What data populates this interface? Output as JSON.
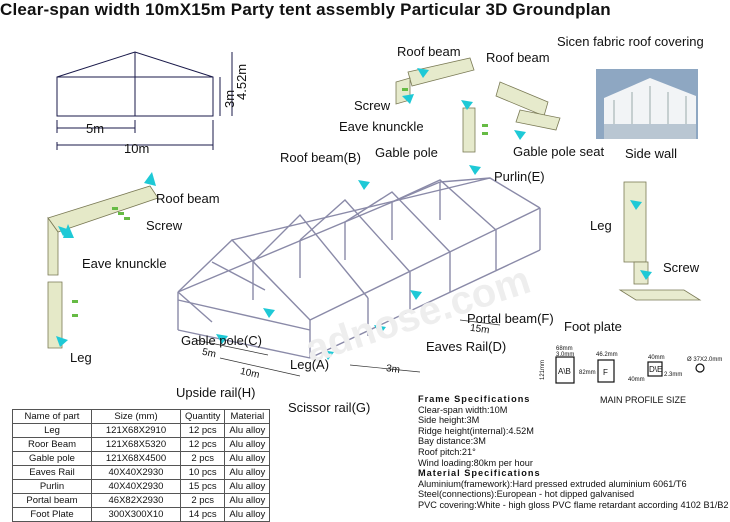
{
  "title": "Clear-span width 10mX15m  Party tent assembly Particular 3D Groundplan",
  "elevation": {
    "height_side": "3m",
    "height_ridge": "4.52m",
    "half_width": "5m",
    "width": "10m"
  },
  "labels": {
    "roof_beam_top1": "Roof beam",
    "roof_beam_top2": "Roof beam",
    "sicen_fabric": "Sicen fabric roof covering",
    "screw_top": "Screw",
    "eave_knunckle_top": "Eave knunckle",
    "gable_pole_top": "Gable pole",
    "gable_pole_seat": "Gable pole seat",
    "side_wall": "Side wall",
    "roof_beam_b": "Roof beam(B)",
    "purlin_e": "Purlin(E)",
    "roof_beam_left": "Roof beam",
    "screw_left": "Screw",
    "eave_knunckle_left": "Eave knunckle",
    "leg_left": "Leg",
    "leg_right": "Leg",
    "screw_right": "Screw",
    "foot_plate": "Foot plate",
    "portal_beam_f": "Portal beam(F)",
    "gable_pole_c": "Gable pole(C)",
    "eaves_rail_d": "Eaves Rail(D)",
    "leg_a": "Leg(A)",
    "upside_rail_h": "Upside rail(H)",
    "scissor_rail_g": "Scissor rail(G)",
    "dim_5m": "5m",
    "dim_10m": "10m",
    "dim_3m": "3m",
    "dim_15m": "15m"
  },
  "watermark": "adnose.com",
  "profiles": {
    "caption": "MAIN PROFILE SIZE",
    "p1_letter": "A\\B",
    "p1_w": "68mm",
    "p1_w_inner": "3.0mm",
    "p1_h": "121mm",
    "p2_letter": "F",
    "p2_w": "46.2mm",
    "p2_h": "82mm",
    "p3_letter": "D\\E",
    "p3_w": "40mm",
    "p3_h": "40mm",
    "p3_t": "2.3mm",
    "p4_label": "Ø 37X2.0mm"
  },
  "parts_table": {
    "headers": [
      "Name of part",
      "Size (mm)",
      "Quantity",
      "Material"
    ],
    "rows": [
      [
        "Leg",
        "121X68X2910",
        "12 pcs",
        "Alu alloy"
      ],
      [
        "Roor Beam",
        "121X68X5320",
        "12 pcs",
        "Alu alloy"
      ],
      [
        "Gable pole",
        "121X68X4500",
        "2  pcs",
        "Alu alloy"
      ],
      [
        "Eaves Rail",
        "40X40X2930",
        "10 pcs",
        "Alu alloy"
      ],
      [
        "Purlin",
        "40X40X2930",
        "15 pcs",
        "Alu alloy"
      ],
      [
        "Portal beam",
        "46X82X2930",
        "2 pcs",
        "Alu alloy"
      ],
      [
        "Foot  Plate",
        "300X300X10",
        "14 pcs",
        "Alu alloy"
      ]
    ]
  },
  "frame_specs": {
    "heading": "Frame Specifications",
    "lines": [
      "Clear-span width:10M",
      "Side height:3M",
      "Ridge height(internal):4.52M",
      "Bay distance:3M",
      "Roof pitch:21°",
      "Wind loading:80km  per hour"
    ]
  },
  "material_specs": {
    "heading": "Material Specifications",
    "lines": [
      "Aluminium(framework):Hard pressed extruded aluminium 6061/T6",
      "Steel(connections):European - hot dipped galvanised",
      "PVC covering:White - high gloss PVC flame retardant according 4102 B1/B2"
    ]
  },
  "colors": {
    "frame": "#7f7f98",
    "arrow": "#1ec9d6",
    "accent_part": "#c9d68a"
  }
}
